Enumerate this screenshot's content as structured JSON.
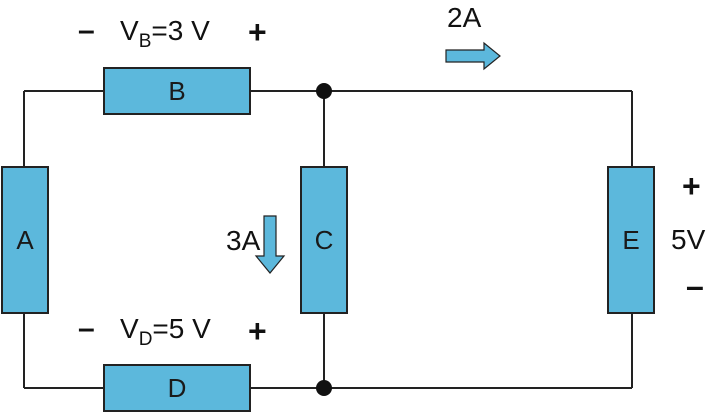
{
  "colors": {
    "component_fill": "#5cb8dc",
    "component_stroke": "#222222",
    "wire": "#222222",
    "arrow_fill": "#5cb8dc"
  },
  "components": {
    "a": "A",
    "b": "B",
    "c": "C",
    "d": "D",
    "e": "E"
  },
  "voltage_b": {
    "minus": "–",
    "symbol": "V",
    "subscript": "B",
    "value": "=3 V",
    "plus": "+"
  },
  "voltage_d": {
    "minus": "–",
    "symbol": "V",
    "subscript": "D",
    "value": "=5 V",
    "plus": "+"
  },
  "voltage_e": {
    "plus": "+",
    "value": "5V",
    "minus": "–"
  },
  "current_top": {
    "label": "2A",
    "direction": "right"
  },
  "current_c": {
    "label": "3A",
    "direction": "down"
  }
}
